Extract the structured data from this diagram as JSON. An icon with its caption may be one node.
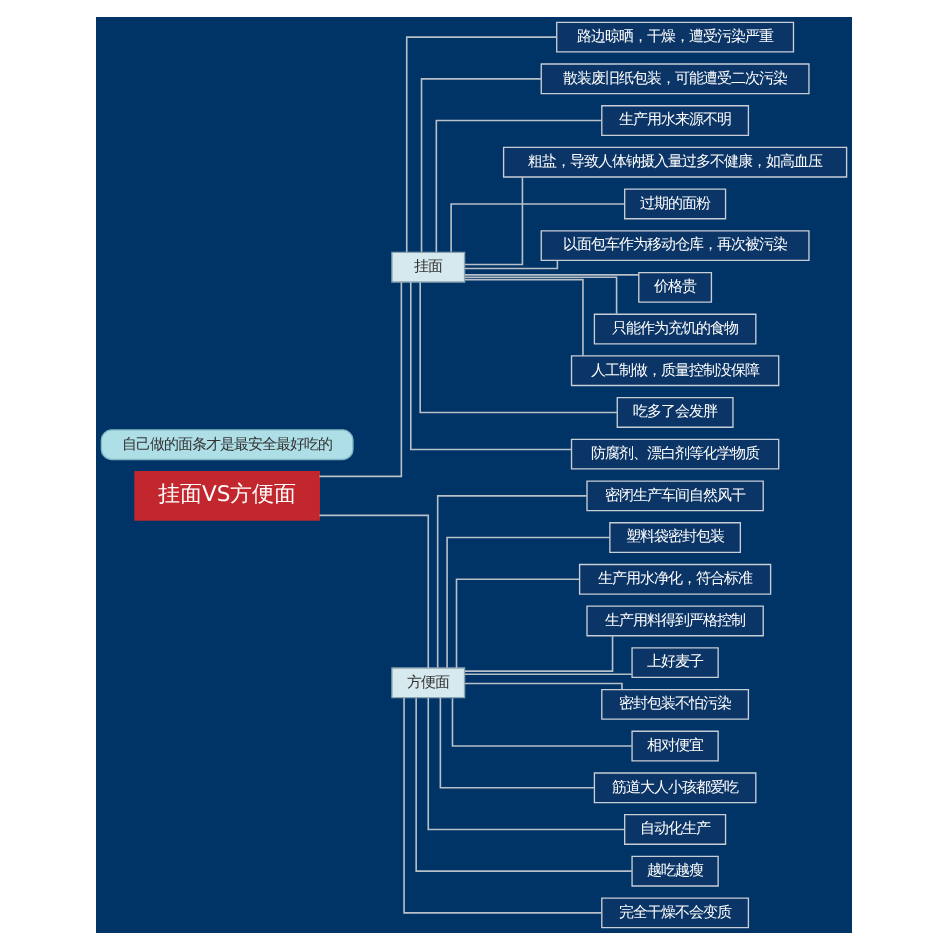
{
  "diagram": {
    "nodes": [
      {
        "text": [
          "自己做的面条才是最安全最好吃的"
        ]
      },
      {
        "text": [
          "挂面VS方便面"
        ]
      },
      {
        "text": [
          "挂面"
        ]
      },
      {
        "text": [
          "方便面"
        ]
      },
      {
        "text": [
          "路边晾晒，干燥，遭受污染严重"
        ]
      },
      {
        "text": [
          "散装废旧纸包装，可能遭受二次污染"
        ]
      },
      {
        "text": [
          "生产用水来源不明"
        ]
      },
      {
        "text": [
          "粗盐，导致人体钠摄入量过多不健康，如高血压"
        ]
      },
      {
        "text": [
          "过期的面粉"
        ]
      },
      {
        "text": [
          "以面包车作为移动仓库，再次被污染"
        ]
      },
      {
        "text": [
          "价格贵"
        ]
      },
      {
        "text": [
          "只能作为充饥的食物"
        ]
      },
      {
        "text": [
          "人工制做，质量控制没保障"
        ]
      },
      {
        "text": [
          "吃多了会发胖"
        ]
      },
      {
        "text": [
          "防腐剂、漂白剂等化学物质"
        ]
      },
      {
        "text": [
          "密闭生产车间自然风干"
        ]
      },
      {
        "text": [
          "塑料袋密封包装"
        ]
      },
      {
        "text": [
          "生产用水净化，符合标准"
        ]
      },
      {
        "text": [
          "生产用料得到严格控制"
        ]
      },
      {
        "text": [
          "上好麦子"
        ]
      },
      {
        "text": [
          "密封包装不怕污染"
        ]
      },
      {
        "text": [
          "相对便宜"
        ]
      },
      {
        "text": [
          "筋道大人小孩都爱吃"
        ]
      },
      {
        "text": [
          "自动化生产"
        ]
      },
      {
        "text": [
          "越吃越瘦"
        ]
      },
      {
        "text": [
          "完全干燥不会变质"
        ]
      }
    ],
    "edges": [
      {
        "from": 1,
        "to": 2,
        "arrow": "none"
      },
      {
        "from": 1,
        "to": 3,
        "arrow": "none"
      },
      {
        "from": 2,
        "to": 4,
        "arrow": "none"
      },
      {
        "from": 2,
        "to": 5,
        "arrow": "none"
      },
      {
        "from": 2,
        "to": 6,
        "arrow": "none"
      },
      {
        "from": 2,
        "to": 7,
        "arrow": "none"
      },
      {
        "from": 2,
        "to": 8,
        "arrow": "none"
      },
      {
        "from": 2,
        "to": 9,
        "arrow": "none"
      },
      {
        "from": 2,
        "to": 10,
        "arrow": "none"
      },
      {
        "from": 2,
        "to": 11,
        "arrow": "none"
      },
      {
        "from": 2,
        "to": 12,
        "arrow": "none"
      },
      {
        "from": 2,
        "to": 13,
        "arrow": "none"
      },
      {
        "from": 2,
        "to": 14,
        "arrow": "none"
      },
      {
        "from": 3,
        "to": 15,
        "arrow": "none"
      },
      {
        "from": 3,
        "to": 16,
        "arrow": "none"
      },
      {
        "from": 3,
        "to": 17,
        "arrow": "none"
      },
      {
        "from": 3,
        "to": 18,
        "arrow": "none"
      },
      {
        "from": 3,
        "to": 19,
        "arrow": "none"
      },
      {
        "from": 3,
        "to": 20,
        "arrow": "none"
      },
      {
        "from": 3,
        "to": 21,
        "arrow": "none"
      },
      {
        "from": 3,
        "to": 22,
        "arrow": "none"
      },
      {
        "from": 3,
        "to": 23,
        "arrow": "none"
      },
      {
        "from": 3,
        "to": 24,
        "arrow": "none"
      },
      {
        "from": 3,
        "to": 25,
        "arrow": "none"
      }
    ]
  }
}
